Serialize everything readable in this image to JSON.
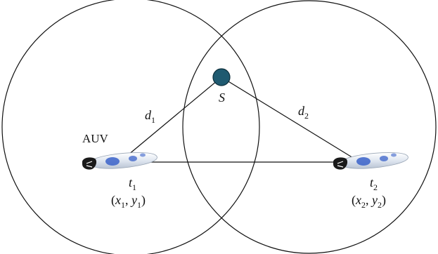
{
  "labels": {
    "source": "S",
    "vehicle": "AUV",
    "distance_1": "d",
    "distance_1_sub": "1",
    "distance_2": "d",
    "distance_2_sub": "2",
    "time_1": "t",
    "time_1_sub": "1",
    "time_2": "t",
    "time_2_sub": "2",
    "pos_1_x": "x",
    "pos_1_x_sub": "1",
    "pos_1_y": "y",
    "pos_1_y_sub": "1",
    "pos_2_x": "x",
    "pos_2_x_sub": "2",
    "pos_2_y": "y",
    "pos_2_y_sub": "2"
  },
  "colors": {
    "stroke": "#111111",
    "source_fill": "#1f5a70",
    "auv_body": "#e9eef5",
    "auv_accent": "#3a62c9",
    "auv_nose": "#1a1a1a"
  }
}
